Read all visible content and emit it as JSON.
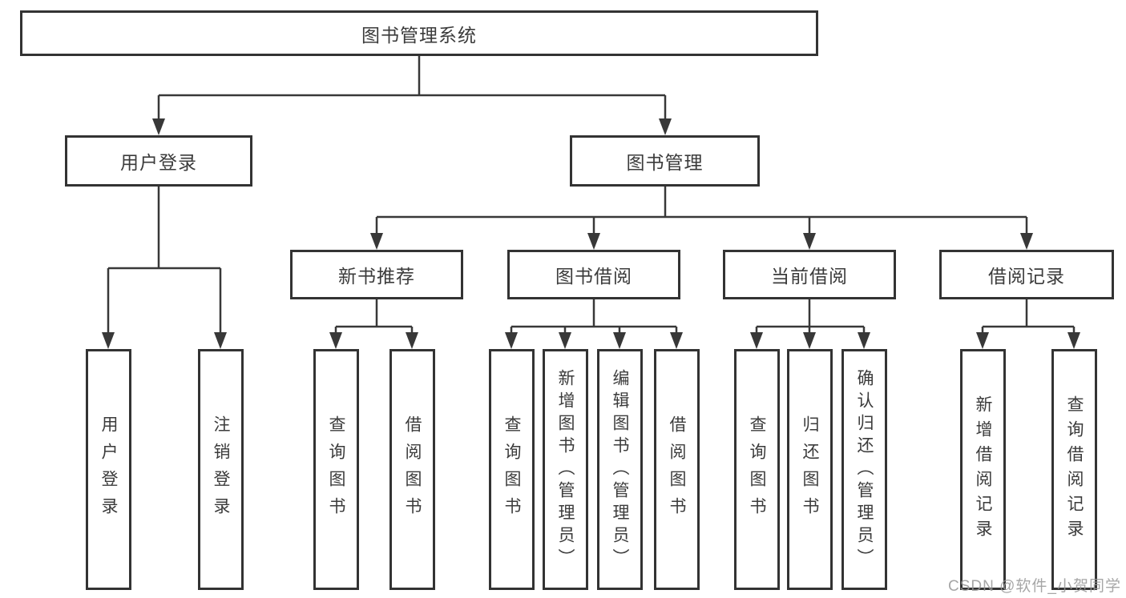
{
  "diagram": {
    "tree": {
      "root": {
        "label": "图书管理系统"
      },
      "branches": [
        {
          "label": "用户登录",
          "children": [
            "用户登录",
            "注销登录"
          ]
        },
        {
          "label": "图书管理",
          "sections": [
            {
              "label": "新书推荐",
              "children": [
                "查询图书",
                "借阅图书"
              ]
            },
            {
              "label": "图书借阅",
              "children": [
                "查询图书",
                "新增图书（管理员）",
                "编辑图书（管理员）",
                "借阅图书"
              ]
            },
            {
              "label": "当前借阅",
              "children": [
                "查询图书",
                "归还图书",
                "确认归还（管理员）"
              ]
            },
            {
              "label": "借阅记录",
              "children": [
                "新增借阅记录",
                "查询借阅记录"
              ]
            }
          ]
        }
      ]
    },
    "colors": {
      "line": "#383838",
      "box_border": "#333333",
      "text": "#3b3b3b",
      "background": "#ffffff",
      "watermark": "#969696"
    },
    "watermark": "CSDN @软件_小贺同学"
  }
}
